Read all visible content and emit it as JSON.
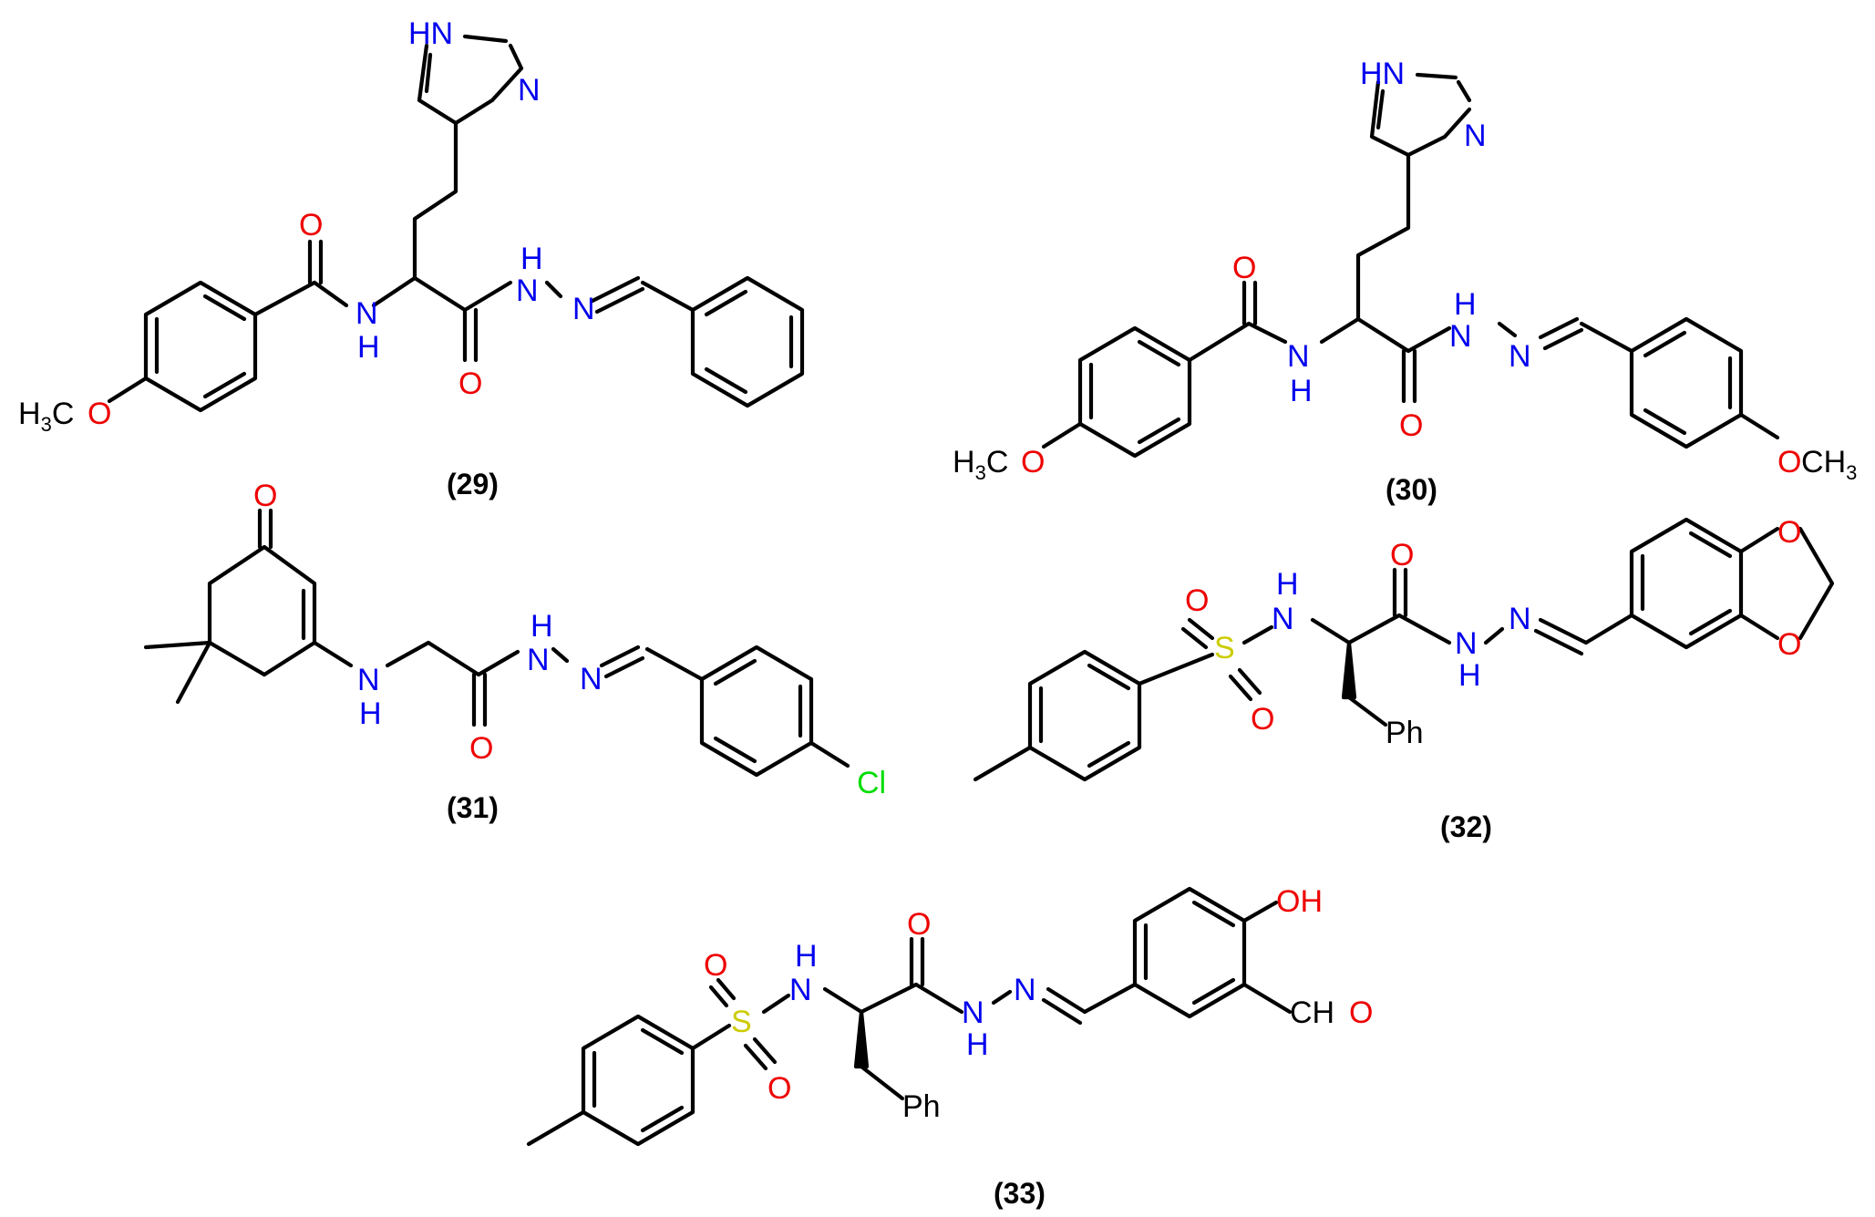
{
  "colors": {
    "bond": "#000000",
    "carbon": "#000000",
    "nitrogen": "#0000ee",
    "oxygen": "#ee0000",
    "sulfur": "#cccc00",
    "chlorine": "#00dd00"
  },
  "atoms": {
    "o": "O",
    "n": "N",
    "h": "H",
    "nh": "NH",
    "hn": "HN",
    "s": "S",
    "cl": "Cl",
    "oh": "OH",
    "ch": "CH",
    "h3c": "H",
    "sub3": "3",
    "c": "C",
    "ph": "Ph",
    "cho_c": "CH",
    "cho_o": "O"
  },
  "compounds": [
    {
      "id": "29",
      "label": "(29)"
    },
    {
      "id": "30",
      "label": "(30)"
    },
    {
      "id": "31",
      "label": "(31)"
    },
    {
      "id": "32",
      "label": "(32)"
    },
    {
      "id": "33",
      "label": "(33)"
    }
  ]
}
